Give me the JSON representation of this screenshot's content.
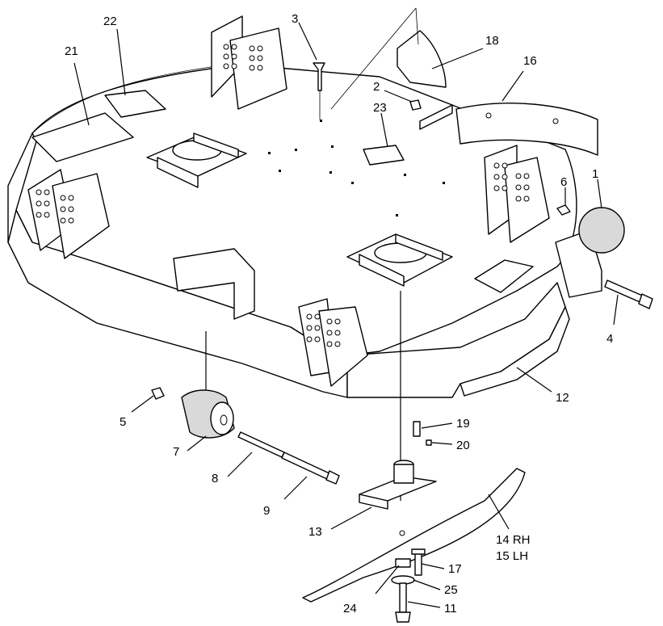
{
  "callouts": [
    {
      "id": "1",
      "text": "1"
    },
    {
      "id": "2",
      "text": "2"
    },
    {
      "id": "3",
      "text": "3"
    },
    {
      "id": "4",
      "text": "4"
    },
    {
      "id": "5",
      "text": "5"
    },
    {
      "id": "6",
      "text": "6"
    },
    {
      "id": "7",
      "text": "7"
    },
    {
      "id": "8",
      "text": "8"
    },
    {
      "id": "9",
      "text": "9"
    },
    {
      "id": "11",
      "text": "11"
    },
    {
      "id": "12",
      "text": "12"
    },
    {
      "id": "13",
      "text": "13"
    },
    {
      "id": "14",
      "text": "14 RH"
    },
    {
      "id": "15",
      "text": "15 LH"
    },
    {
      "id": "16",
      "text": "16"
    },
    {
      "id": "17",
      "text": "17"
    },
    {
      "id": "18",
      "text": "18"
    },
    {
      "id": "19",
      "text": "19"
    },
    {
      "id": "20",
      "text": "20"
    },
    {
      "id": "21",
      "text": "21"
    },
    {
      "id": "22",
      "text": "22"
    },
    {
      "id": "23",
      "text": "23"
    },
    {
      "id": "24",
      "text": "24"
    },
    {
      "id": "25",
      "text": "25"
    }
  ]
}
